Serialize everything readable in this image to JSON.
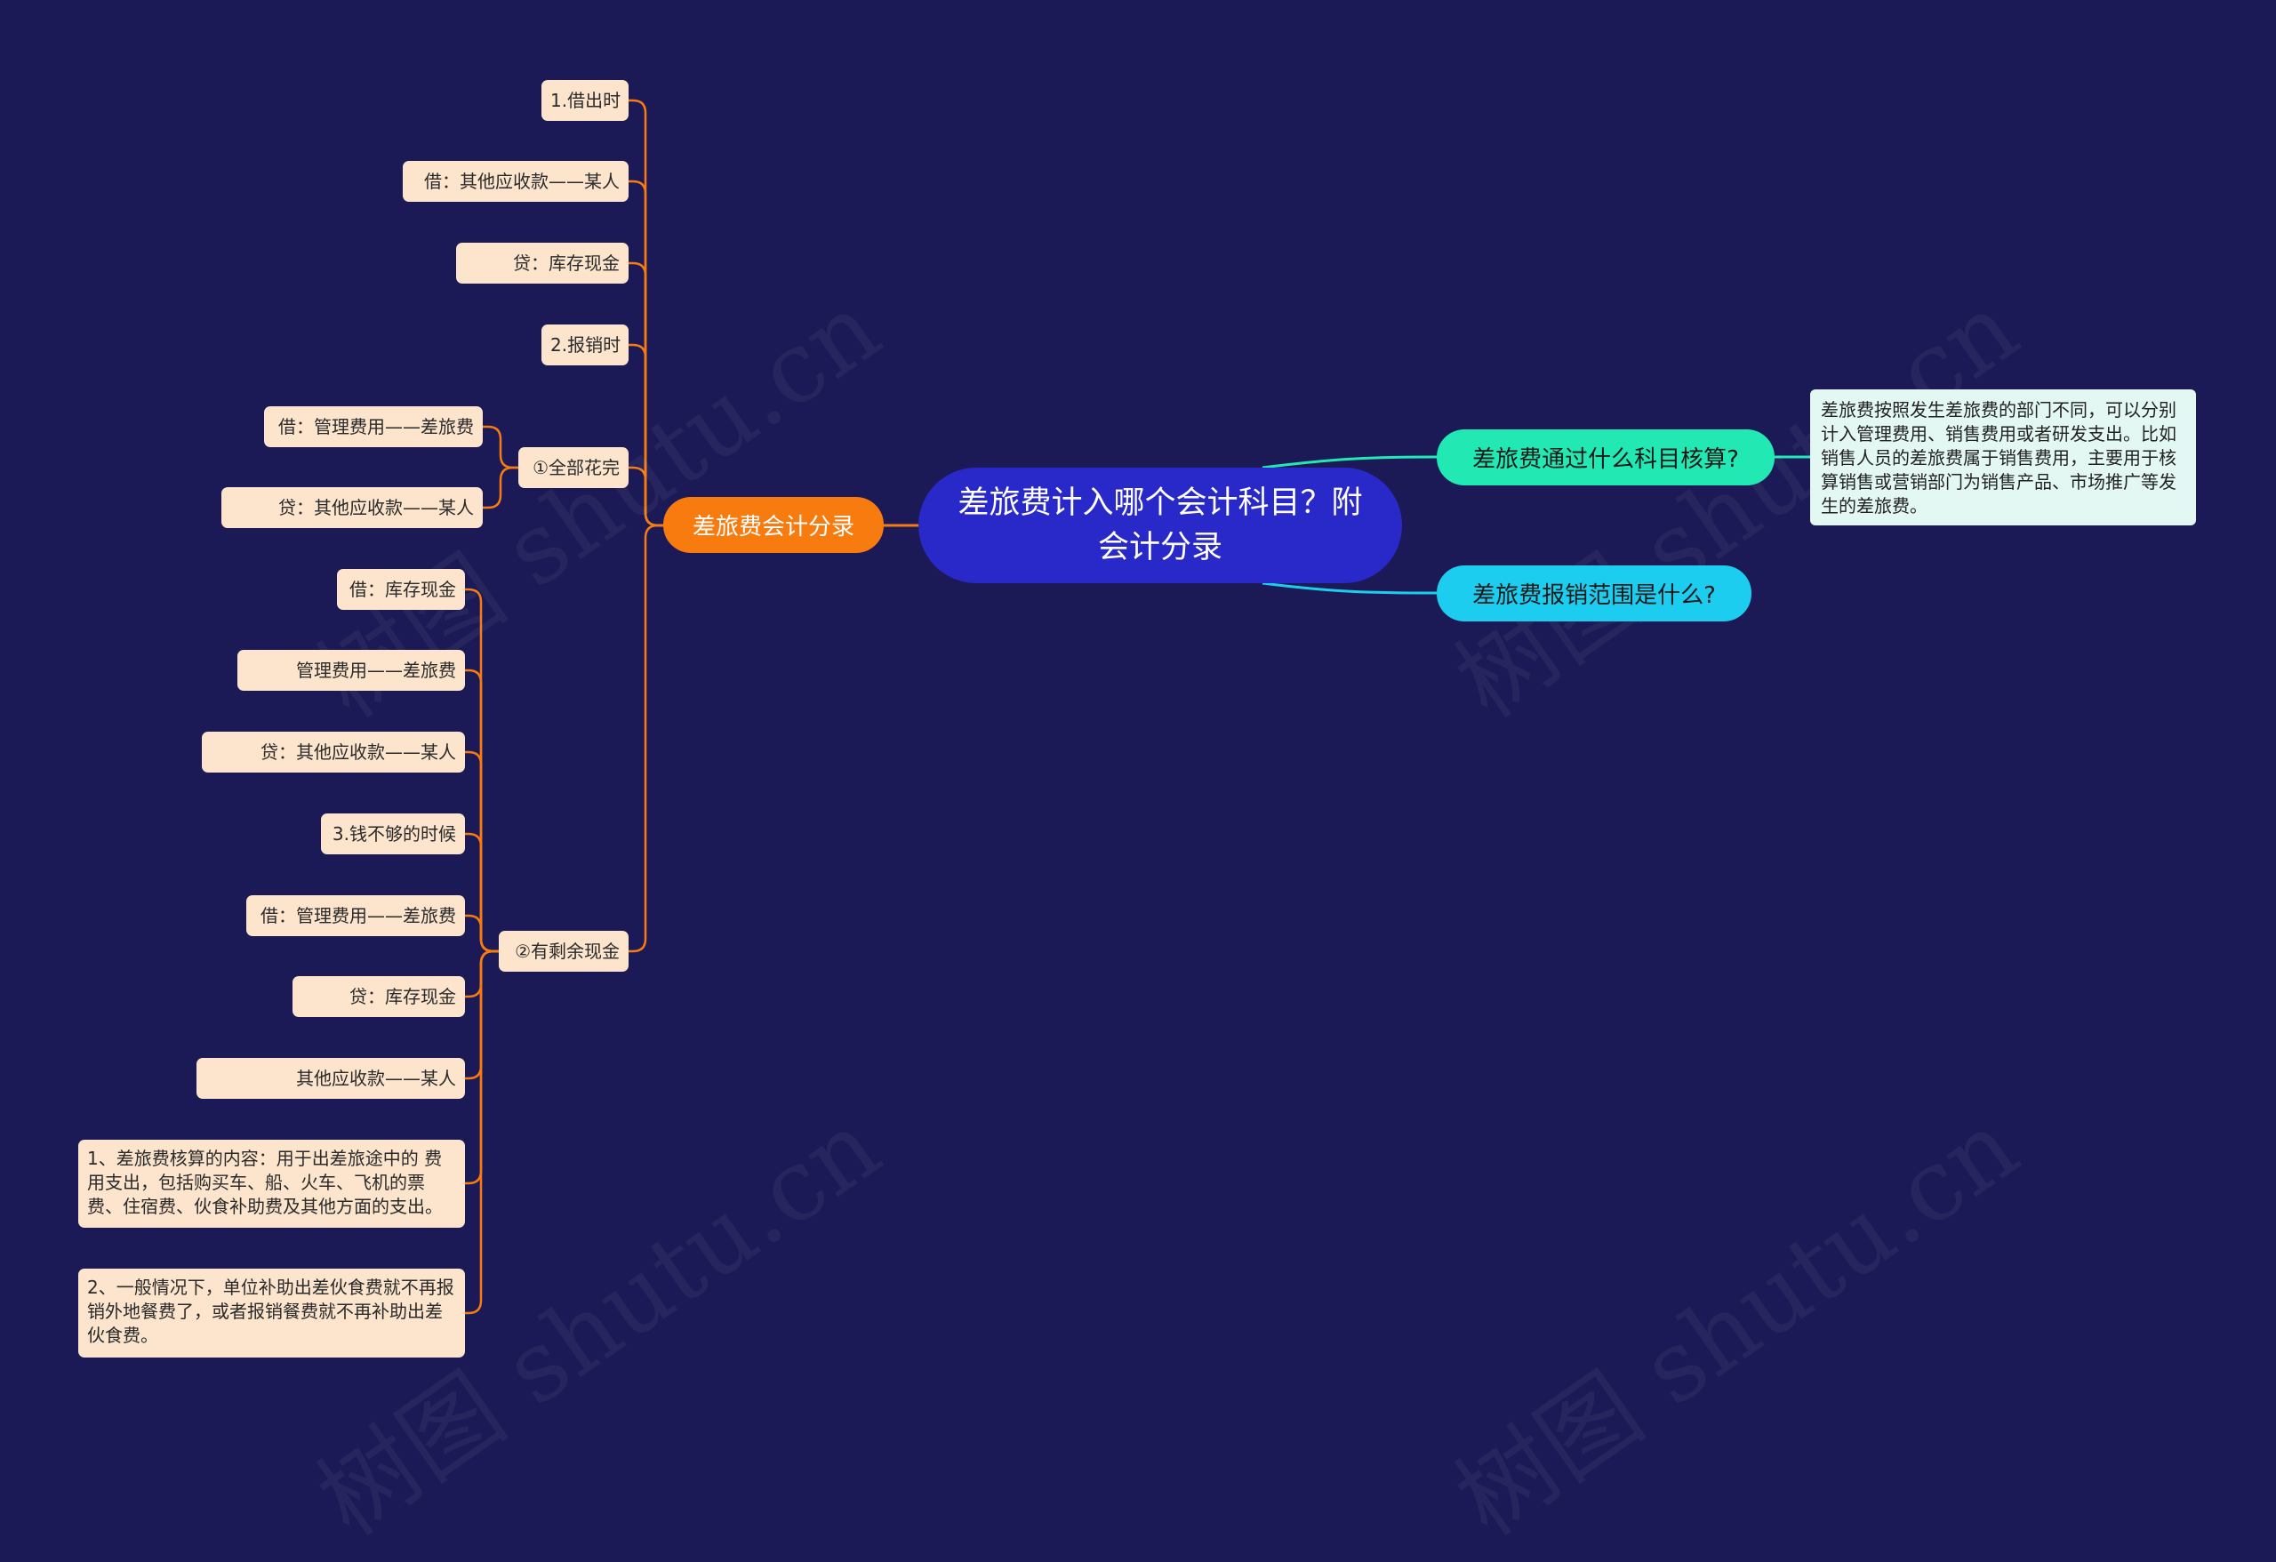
{
  "diagram": {
    "root": "差旅费计入哪个会计科目？附会计分录",
    "branch_entries": {
      "label": "差旅费会计分录",
      "items": [
        "1.借出时",
        "借：其他应收款——某人",
        "贷：库存现金",
        "2.报销时"
      ],
      "spent_all": {
        "label": "①全部花完",
        "items": [
          "借：管理费用——差旅费",
          "贷：其他应收款——某人"
        ]
      },
      "cash_left": {
        "label": "②有剩余现金",
        "items": [
          "借：库存现金",
          "管理费用——差旅费",
          "贷：其他应收款——某人",
          "3.钱不够的时候",
          "借：管理费用——差旅费",
          "贷：库存现金",
          "其他应收款——某人",
          "1、差旅费核算的内容：用于出差旅途中的 费用支出，包括购买车、船、火车、飞机的票费、住宿费、伙食补助费及其他方面的支出。",
          "2、一般情况下，单位补助出差伙食费就不再报销外地餐费了，或者报销餐费就不再补助出差伙食费。"
        ]
      }
    },
    "branch_subject": {
      "label": "差旅费通过什么科目核算?",
      "note": "差旅费按照发生差旅费的部门不同，可以分别计入管理费用、销售费用或者研发支出。比如销售人员的差旅费属于销售费用，主要用于核算销售或营销部门为销售产品、市场推广等发生的差旅费。"
    },
    "branch_scope": {
      "label": "差旅费报销范围是什么?"
    }
  },
  "colors": {
    "background": "#1b1a56",
    "root": "#2929c9",
    "orange": "#f77b0f",
    "teal": "#22e8b4",
    "cyan": "#1ccdef",
    "leaf": "#fde4cc",
    "note": "#e3f8f3"
  },
  "watermark": "树图 shutu.cn"
}
